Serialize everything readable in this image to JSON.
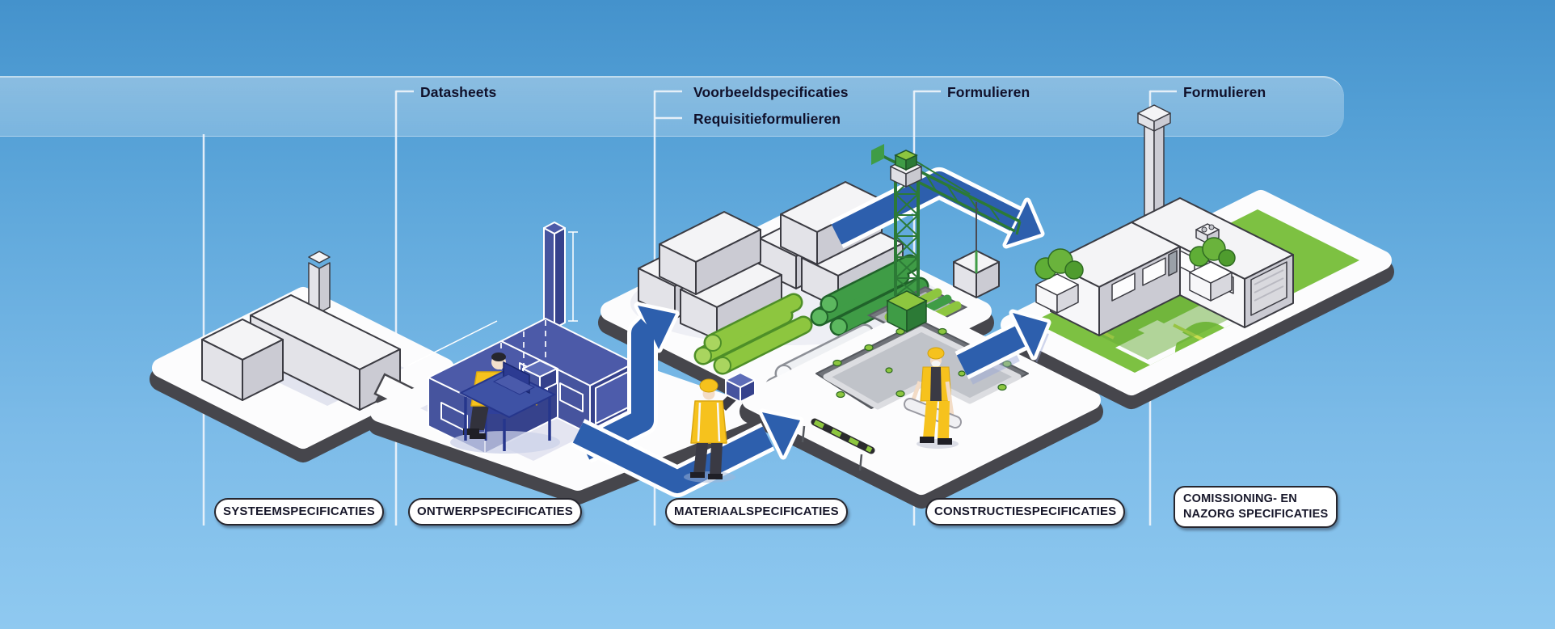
{
  "top_band": {
    "annotations": [
      {
        "text": "Datasheets"
      },
      {
        "text": "Voorbeeldspecificaties"
      },
      {
        "text": "Requisitieformulieren"
      },
      {
        "text": "Formulieren"
      },
      {
        "text": "Formulieren"
      }
    ]
  },
  "stages": [
    {
      "label": "SYSTEEMSPECIFICATIES"
    },
    {
      "label": "ONTWERPSPECIFICATIES"
    },
    {
      "label": "MATERIAALSPECIFICATIES"
    },
    {
      "label": "CONSTRUCTIESPECIFICATIES"
    },
    {
      "label": "COMISSIONING- EN NAZORG SPECIFICATIES",
      "label_lines": [
        "COMISSIONING- EN",
        "NAZORG SPECIFICATIES"
      ]
    }
  ],
  "colors": {
    "sky_top": "#4492cc",
    "sky_bottom": "#8fc9f0",
    "band": "rgba(255,255,255,0.28)",
    "arrow_blue": "#2d5fad",
    "blueprint_blue": "#46549e",
    "green_light": "#8dc63f",
    "green_dark": "#3f9c46",
    "worker_yellow": "#f6c21d",
    "platform_white": "#fcfcfd",
    "platform_edge": "#46464c"
  }
}
